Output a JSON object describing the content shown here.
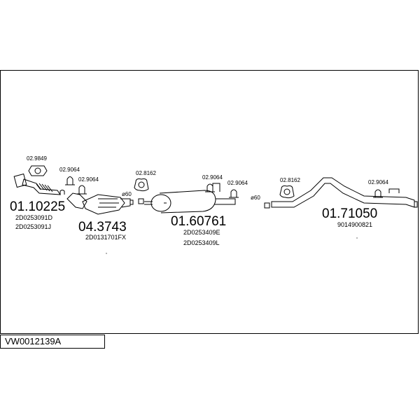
{
  "diagram_code": "VW0012139A",
  "parts": [
    {
      "number": "01.10225",
      "refs": [
        "2D0253091D",
        "2D0253091J"
      ]
    },
    {
      "number": "04.3743",
      "refs": [
        "2D0131701FX"
      ]
    },
    {
      "number": "01.60761",
      "refs": [
        "2D0253409E",
        "2D0253409L"
      ]
    },
    {
      "number": "01.71050",
      "refs": [
        "9014900821"
      ]
    }
  ],
  "accessories": [
    "02.9849",
    "02.9064",
    "02.9064",
    "02.8162",
    "02.9064",
    "02.9064",
    "02.8162",
    "02.9064"
  ],
  "diameters": [
    "ø60",
    "ø60"
  ]
}
